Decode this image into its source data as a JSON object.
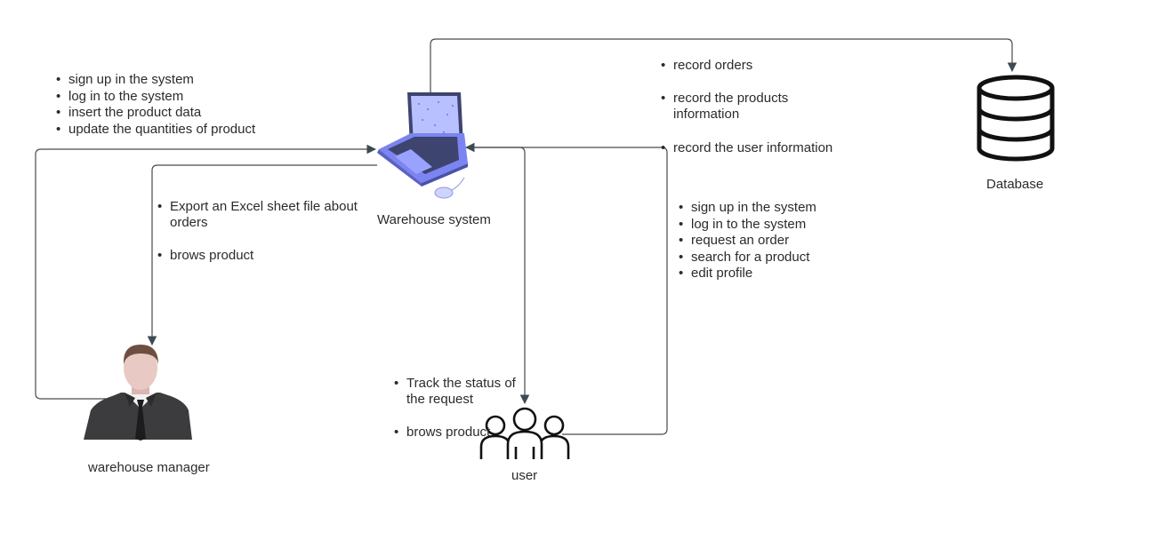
{
  "nodes": {
    "warehouse_system": {
      "label": "Warehouse system",
      "icon": "laptop-icon"
    },
    "database": {
      "label": "Database",
      "icon": "database-icon"
    },
    "warehouse_manager": {
      "label": "warehouse manager",
      "icon": "businessman-icon"
    },
    "user": {
      "label": "user",
      "icon": "users-group-icon"
    }
  },
  "edges": {
    "manager_to_system": {
      "items": [
        "sign up in the system",
        "log in to the system",
        "insert the product data",
        "update the quantities of product"
      ]
    },
    "system_to_manager": {
      "items": [
        "Export an Excel sheet file about\norders",
        "brows product"
      ]
    },
    "system_to_database": {
      "items": [
        "record orders",
        "record the products\ninformation",
        "record the user information"
      ]
    },
    "user_to_system": {
      "items": [
        "sign up in the system",
        "log in to the system",
        "request an order",
        "search for a product",
        "edit profile"
      ]
    },
    "system_to_user": {
      "items": [
        "Track the status of\nthe request",
        "brows product"
      ]
    }
  },
  "colors": {
    "line": "#4a4a4a",
    "laptop_body": "#7b84f0",
    "laptop_screen": "#b9c0ff",
    "laptop_dark": "#3d4470",
    "person_suit": "#3c3c3e",
    "person_skin": "#e8c9c3"
  }
}
